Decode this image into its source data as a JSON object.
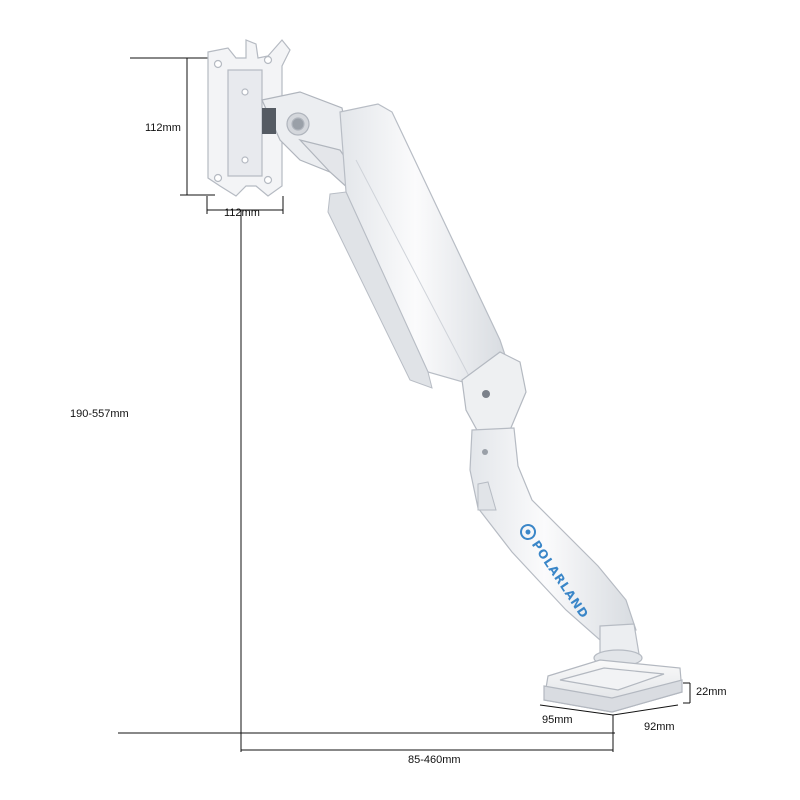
{
  "dimensions": {
    "plate_height": "112mm",
    "plate_width": "112mm",
    "height_range": "190-557mm",
    "reach_range": "85-460mm",
    "base_height": "22mm",
    "base_depth": "95mm",
    "base_width": "92mm"
  },
  "brand": {
    "name": "POLARLAND",
    "color": "#3a86c8"
  },
  "colors": {
    "arm": "#f4f5f7",
    "arm_shade": "#dcdfe4",
    "outline": "#b9bec6",
    "dimension_line": "#111111"
  }
}
